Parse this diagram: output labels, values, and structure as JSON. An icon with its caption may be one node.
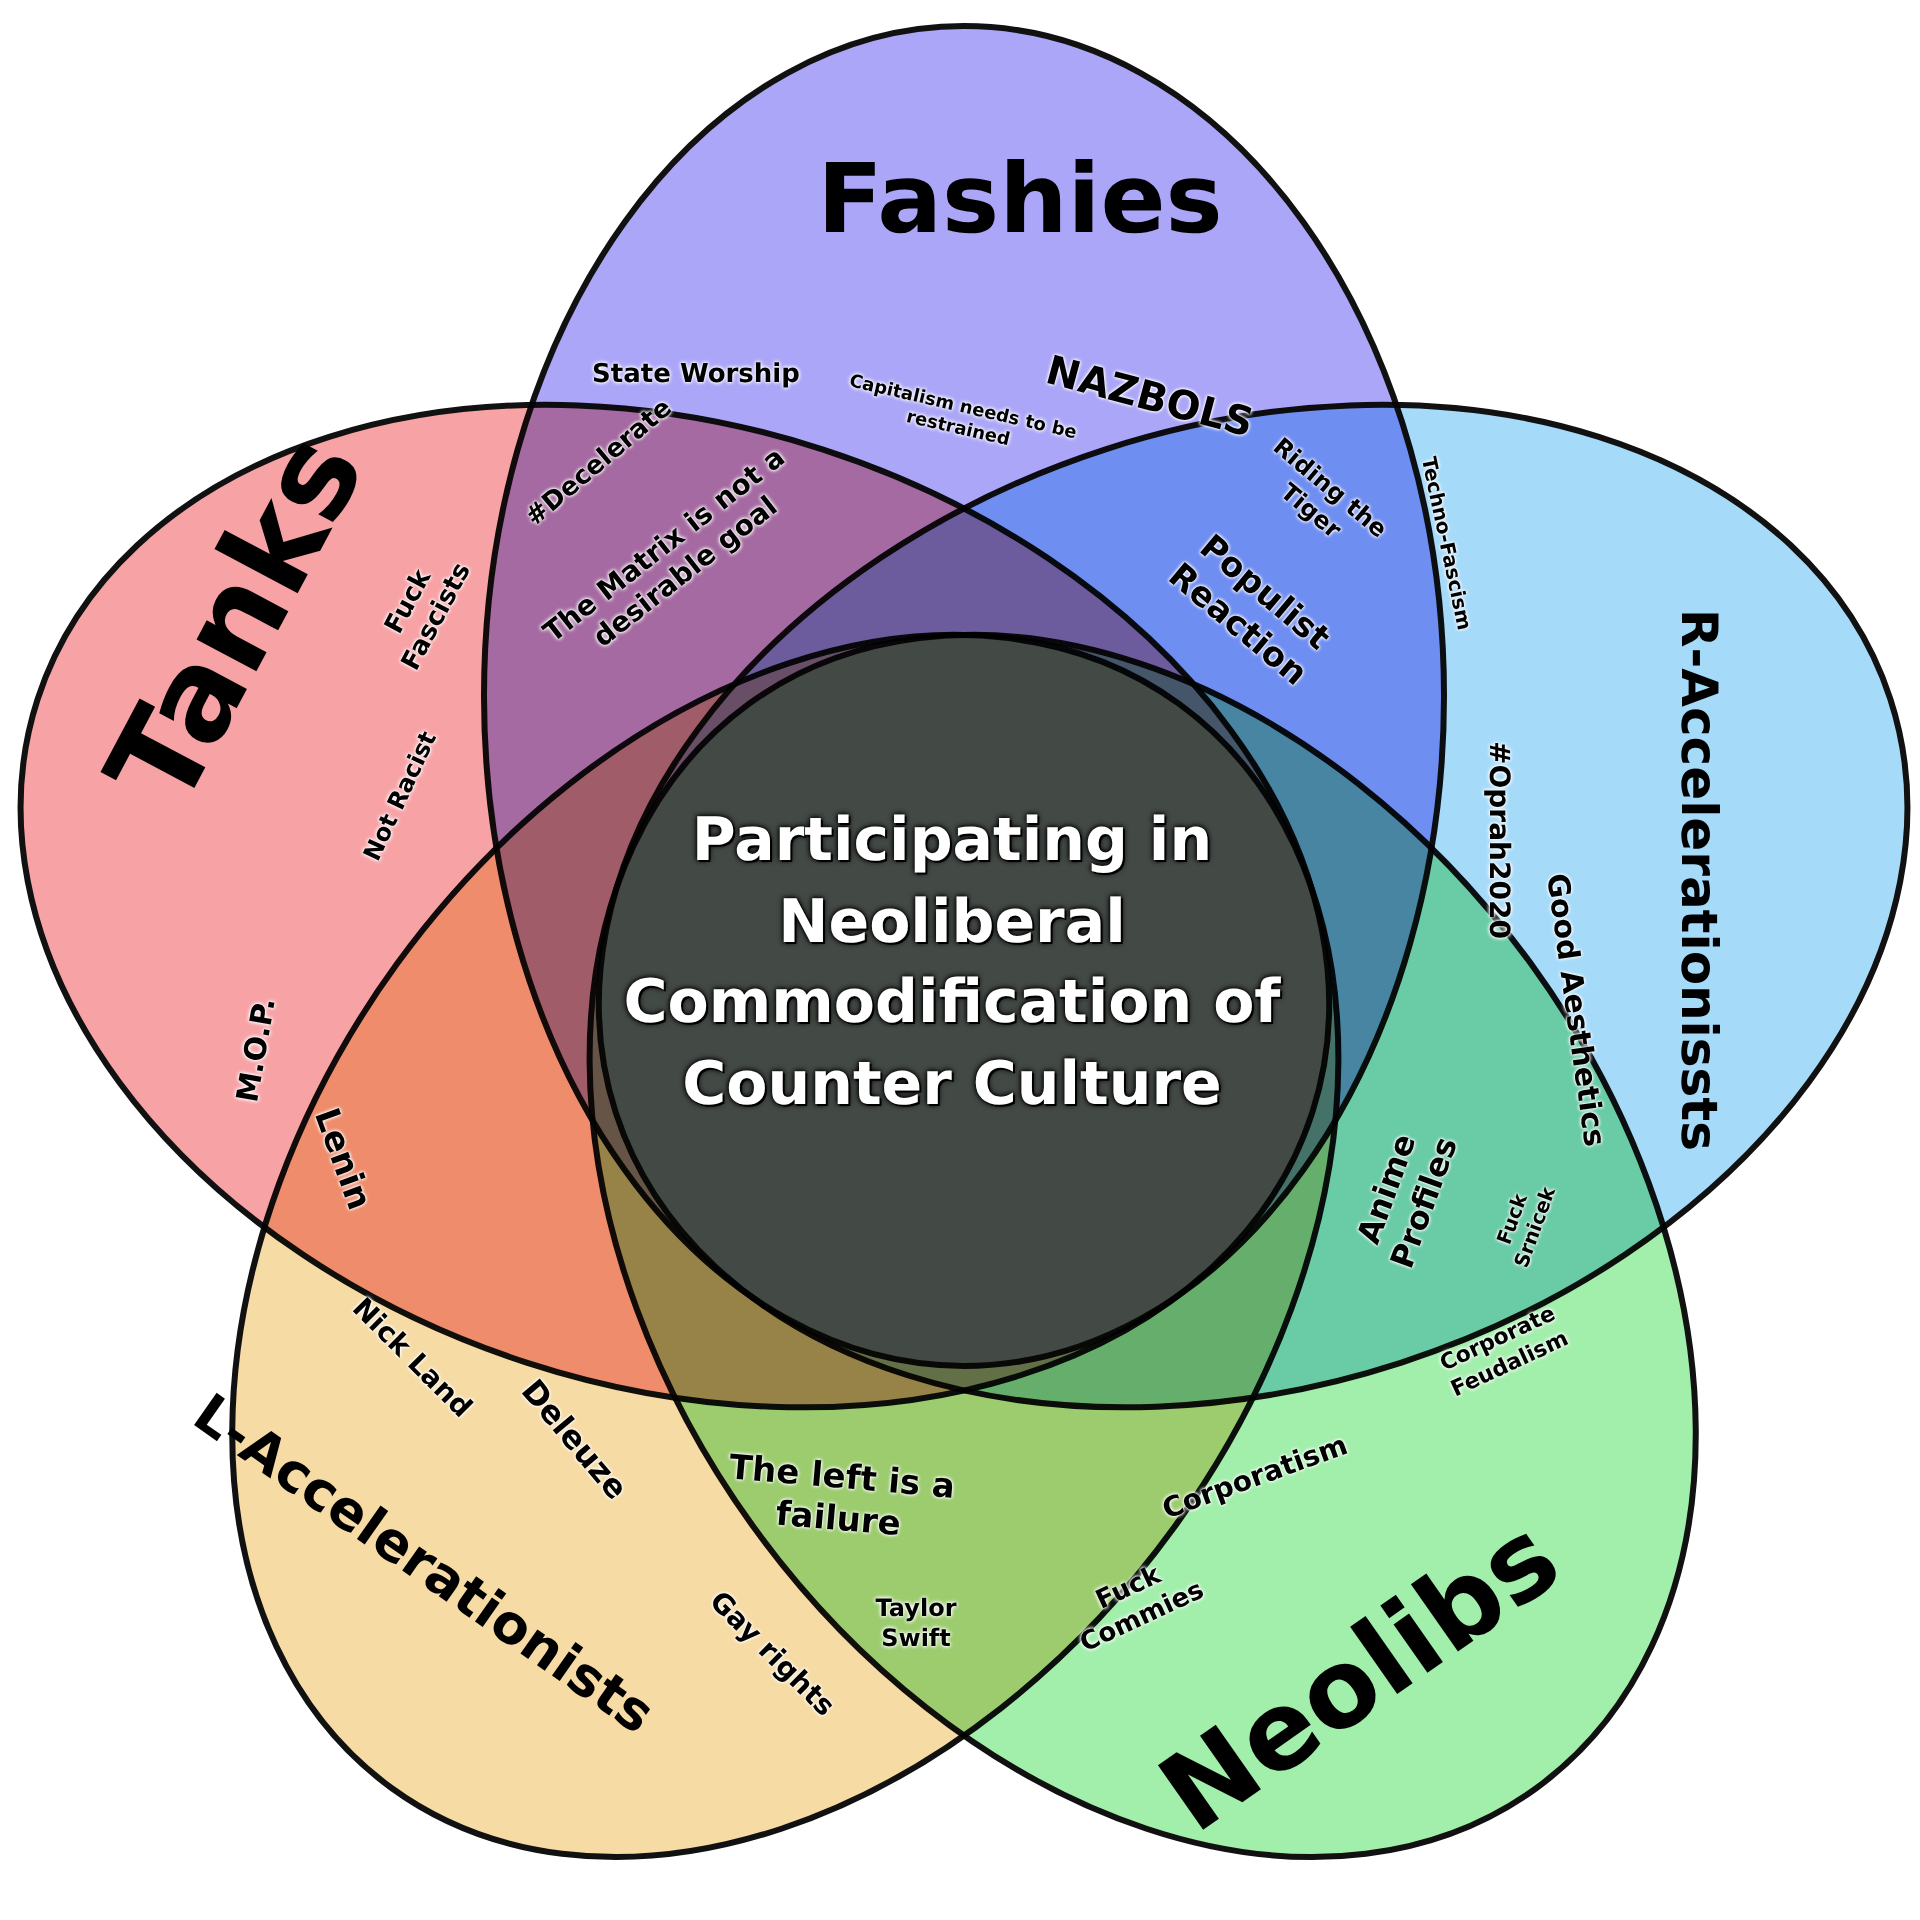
{
  "diagram": {
    "nodes": [
      {
        "text": [
          "Fashies"
        ]
      },
      {
        "text": [
          "R-Accelerationissts"
        ]
      },
      {
        "text": [
          "Neolibs"
        ]
      },
      {
        "text": [
          "L-Accelerationists"
        ]
      },
      {
        "text": [
          "Tanks"
        ]
      }
    ],
    "edges": [],
    "labels": [
      "State Worship",
      "Capitalism needs to be restrained",
      "NAZBOLS",
      "#Decelerate",
      "The Matrix is not a desirable goal",
      "Riding the Tiger",
      "Techno-Fascism",
      "Fuck Fascists",
      "Populist Reaction",
      "Not Racist",
      "Participating in Neoliberal Commodification of Counter Culture",
      "#Oprah2020",
      "Good Aesthetics",
      "M.O.P.",
      "Lenin",
      "Anime Profiles",
      "Fuck Srnicek",
      "Nick Land",
      "Corporate Feudalism",
      "Deleuze",
      "The left is a failure",
      "Corporatism",
      "Gay rights",
      "Taylor Swift",
      "Fuck Commies"
    ]
  }
}
